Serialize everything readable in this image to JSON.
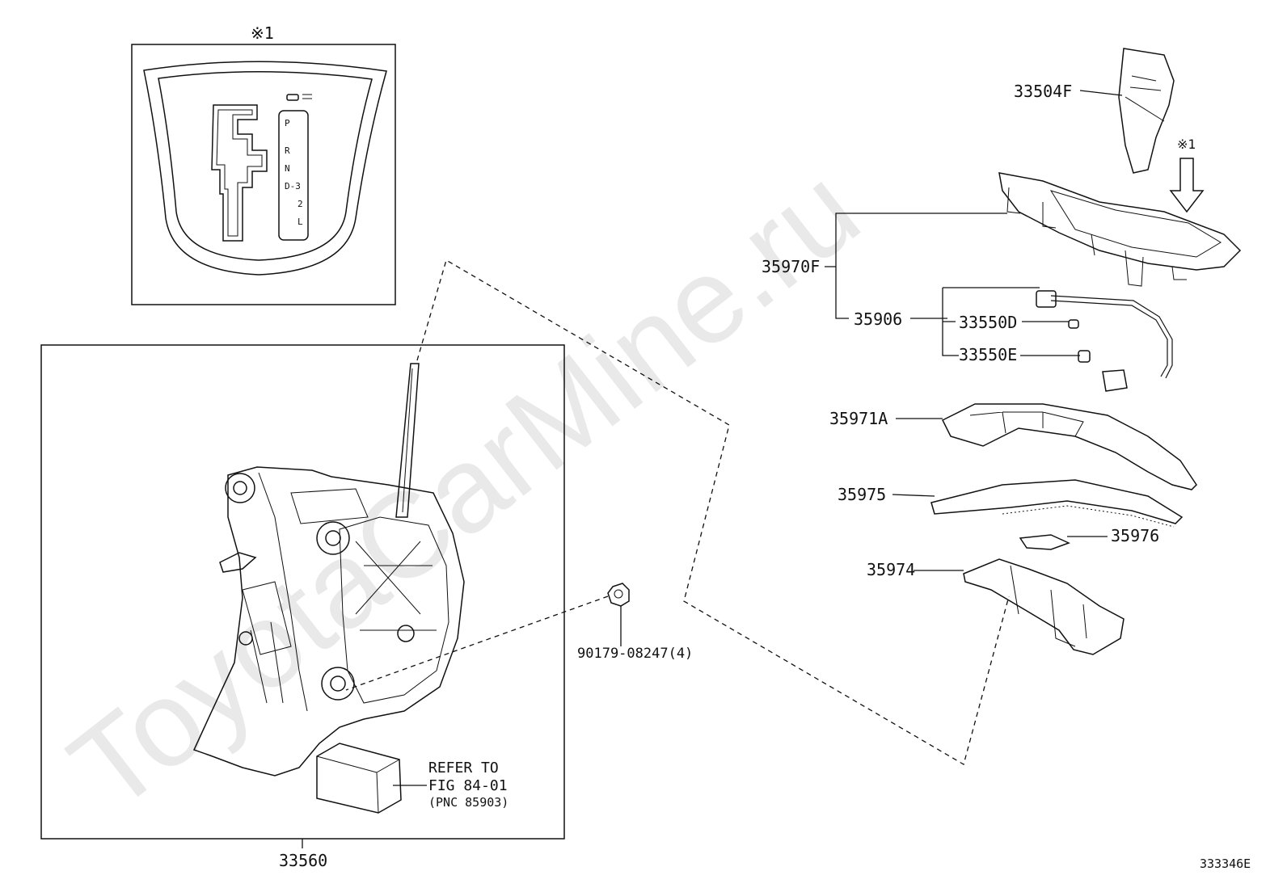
{
  "watermark": "ToyotaCarMine.ru",
  "figure_id": "333346E",
  "note_marker": "※1",
  "gate_labels": [
    "P",
    "R",
    "N",
    "D-3",
    "2",
    "L"
  ],
  "refer_note": {
    "line1": "REFER TO",
    "line2": "FIG 84-01",
    "line3": "(PNC 85903)"
  },
  "parts": {
    "shift_lever_assy": "33560",
    "nut": "90179-08247(4)",
    "knob": "33504F",
    "indicator_housing": "35970F",
    "bulb_socket": "35906",
    "bulb_d": "33550D",
    "bulb_e": "33550E",
    "slide_plate_upper": "35971A",
    "slide_plate_cover": "35975",
    "slide_clip": "35976",
    "slide_base": "35974"
  },
  "colors": {
    "line": "#111111",
    "watermark": "#e9e9e9"
  }
}
